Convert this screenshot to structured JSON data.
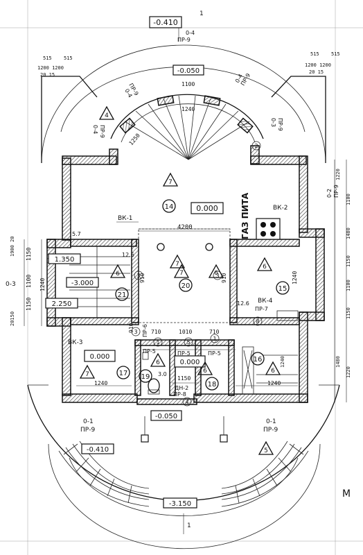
{
  "levels": {
    "top": "-0.410",
    "porch_top": "-0.050",
    "hall": "0.000",
    "left_landing_1": "1.350",
    "left_landing_2": "-3.000",
    "left_landing_3": "2.250",
    "left_room": "0.000",
    "bath": "0.000",
    "entry": "-0.050",
    "bottom_left": "-0.410",
    "bottom": "-3.150"
  },
  "section_marks": {
    "top_1": "1",
    "top_1_sheet": "0-4",
    "top_1_sheet2": "ПР-9",
    "left_03": "0-3",
    "right_02": "0-2",
    "right_02_sheet": "ПР-9",
    "bottom_left_01": "0-1",
    "bottom_left_01_sheet": "ПР-9",
    "bottom_right_01": "0-1",
    "bottom_right_01_sheet": "ПР-9",
    "bay_left_04": "0-4",
    "bay_left_04_sheet": "ПР-9",
    "bay_right_04": "0-4",
    "bay_right_04_sheet": "ПР-9",
    "bay_right_03": "0-3",
    "bay_right_03_sheet": "ПР-9",
    "bay_far_left_04": "0-4",
    "bay_far_left_04_sheet": "ПР-9",
    "bottom_arrow": "1",
    "corner_letter": "M"
  },
  "labels": {
    "vk1": "ВК-1",
    "vk2": "ВК-2",
    "vk3": "ВК-3",
    "vk4": "ВК-4",
    "gas": "ГАЗ ПИТА",
    "pr5a": "ПР-5",
    "pr5b": "ПР-5",
    "pr5c": "ПР-5",
    "pr6": "ПР-6",
    "pr7": "ПР-7",
    "pr8": "ПР-8",
    "dn2": "ДН-2",
    "wall_thick": "12.6",
    "wall_thick2": "12.6",
    "val_57": "5.7",
    "val_30": "3.0"
  },
  "dimensions": {
    "top_1100": "1100",
    "top_1240": "1240",
    "bay_1250": "1250",
    "hall_4200": "4200",
    "h910a": "910",
    "h910b": "910",
    "h910c": "910",
    "h1240r": "1240",
    "b710a": "710",
    "b1010": "1010",
    "b710b": "710",
    "b1150": "1150",
    "b1240l": "1240",
    "b1240r": "1240",
    "left_1150a": "1150",
    "left_1100": "1100",
    "left_1150b": "1150",
    "left_1240": "1240",
    "left_stack": "1900 20",
    "left_stack2": "20150",
    "right_1220": "1220",
    "right_1100": "1100",
    "right_1480": "1480",
    "right_1150": "1150",
    "right_1100b": "1100",
    "right_1150b": "1150",
    "right_1220b": "1220",
    "right_1480b": "1480",
    "right_1240": "1240",
    "top_left_515a": "515",
    "top_left_515b": "515",
    "top_right_515a": "515",
    "top_right_515b": "515",
    "tl_small": "1200 1200",
    "tr_small": "1200 1200",
    "tl_small2": "20 15",
    "tr_small2": "20 15"
  },
  "rooms": {
    "r14": "14",
    "r20": "20",
    "r21": "21",
    "r15": "15",
    "r16": "16",
    "r17": "17",
    "r18": "18",
    "r19": "19"
  },
  "triangles": {
    "t1": "7",
    "t2": "7",
    "t3": "6",
    "t4": "6",
    "t5": "7",
    "t6": "6",
    "t7": "6",
    "t8": "6",
    "t9": "5",
    "t10": "4",
    "t11": "7",
    "t12": "6"
  },
  "circles": {
    "c1": "3",
    "c2": "3",
    "c3": "8",
    "c4": "1",
    "c5": "5",
    "c6": "1",
    "c7": "4",
    "c8": "3",
    "c9": "2"
  }
}
